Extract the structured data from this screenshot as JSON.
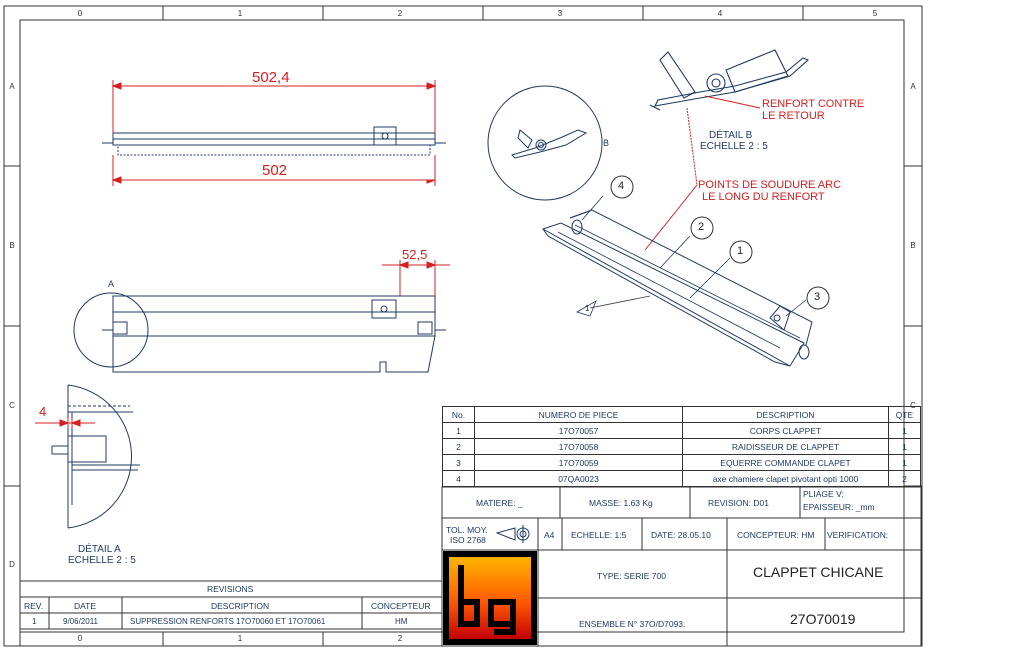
{
  "frame": {
    "top_cols": [
      "0",
      "1",
      "2",
      "3",
      "4",
      "5"
    ],
    "bottom_cols": [
      "0",
      "1",
      "2"
    ],
    "rows": [
      "A",
      "B",
      "C",
      "D"
    ]
  },
  "dims": {
    "top_length": "502,4",
    "bottom_length": "502",
    "offset": "52,5",
    "detail_a_dim": "4"
  },
  "labels": {
    "detail_a_marker": "A",
    "detail_b_marker": "B",
    "detail_a_title": "DÉTAIL A",
    "detail_a_scale": "ECHELLE 2 : 5",
    "detail_b_title": "DÉTAIL B",
    "detail_b_scale": "ECHELLE 2 : 5",
    "renfort_line1": "RENFORT CONTRE",
    "renfort_line2": "LE RETOUR",
    "soudure_line1": "POINTS DE SOUDURE ARC",
    "soudure_line2": "LE LONG DU RENFORT",
    "balloon_1": "1",
    "balloon_2": "2",
    "balloon_3": "3",
    "balloon_4": "4",
    "weld_symbol": "1"
  },
  "bom": {
    "headers": [
      "No.",
      "NUMERO DE PIECE",
      "DESCRIPTION",
      "QTE"
    ],
    "rows": [
      {
        "no": "1",
        "part": "17O70057",
        "desc": "CORPS CLAPPET",
        "qty": "1"
      },
      {
        "no": "2",
        "part": "17O70058",
        "desc": "RAIDISSEUR DE CLAPPET",
        "qty": "1"
      },
      {
        "no": "3",
        "part": "17O70059",
        "desc": "EQUERRE COMMANDE CLAPET",
        "qty": "1"
      },
      {
        "no": "4",
        "part": "07QA0023",
        "desc": "axe chamiere clapet pivotant opti 1000",
        "qty": "2"
      }
    ]
  },
  "title_block": {
    "matiere": "MATIERE: _",
    "masse": "MASSE: 1.63 Kg",
    "revision": "REVISION: D01",
    "pliage": "PLIAGE V:",
    "epaisseur": "EPAISSEUR: _mm",
    "tol_line1": "TOL. MOY.",
    "tol_line2": "ISO 2768",
    "format": "A4",
    "echelle": "ECHELLE: 1:5",
    "date": "DATE: 28.05.10",
    "concepteur": "CONCEPTEUR: HM",
    "verification": "VERIFICATION:",
    "type": "TYPE: SERIE 700",
    "title": "CLAPPET CHICANE",
    "ensemble": "ENSEMBLE N° 37O/D7093.",
    "drawing_number": "27O70019",
    "logo_text": "bg"
  },
  "revisions": {
    "title": "REVISIONS",
    "headers": [
      "REV.",
      "DATE",
      "DESCRIPTION",
      "CONCEPTEUR"
    ],
    "rows": [
      {
        "rev": "1",
        "date": "9/06/2011",
        "desc": "SUPPRESSION RENFORTS  17O70060 ET 17O70061",
        "by": "HM"
      }
    ]
  },
  "colors": {
    "line": "#1f3a66",
    "dim": "#d42020",
    "frame": "#333333"
  }
}
